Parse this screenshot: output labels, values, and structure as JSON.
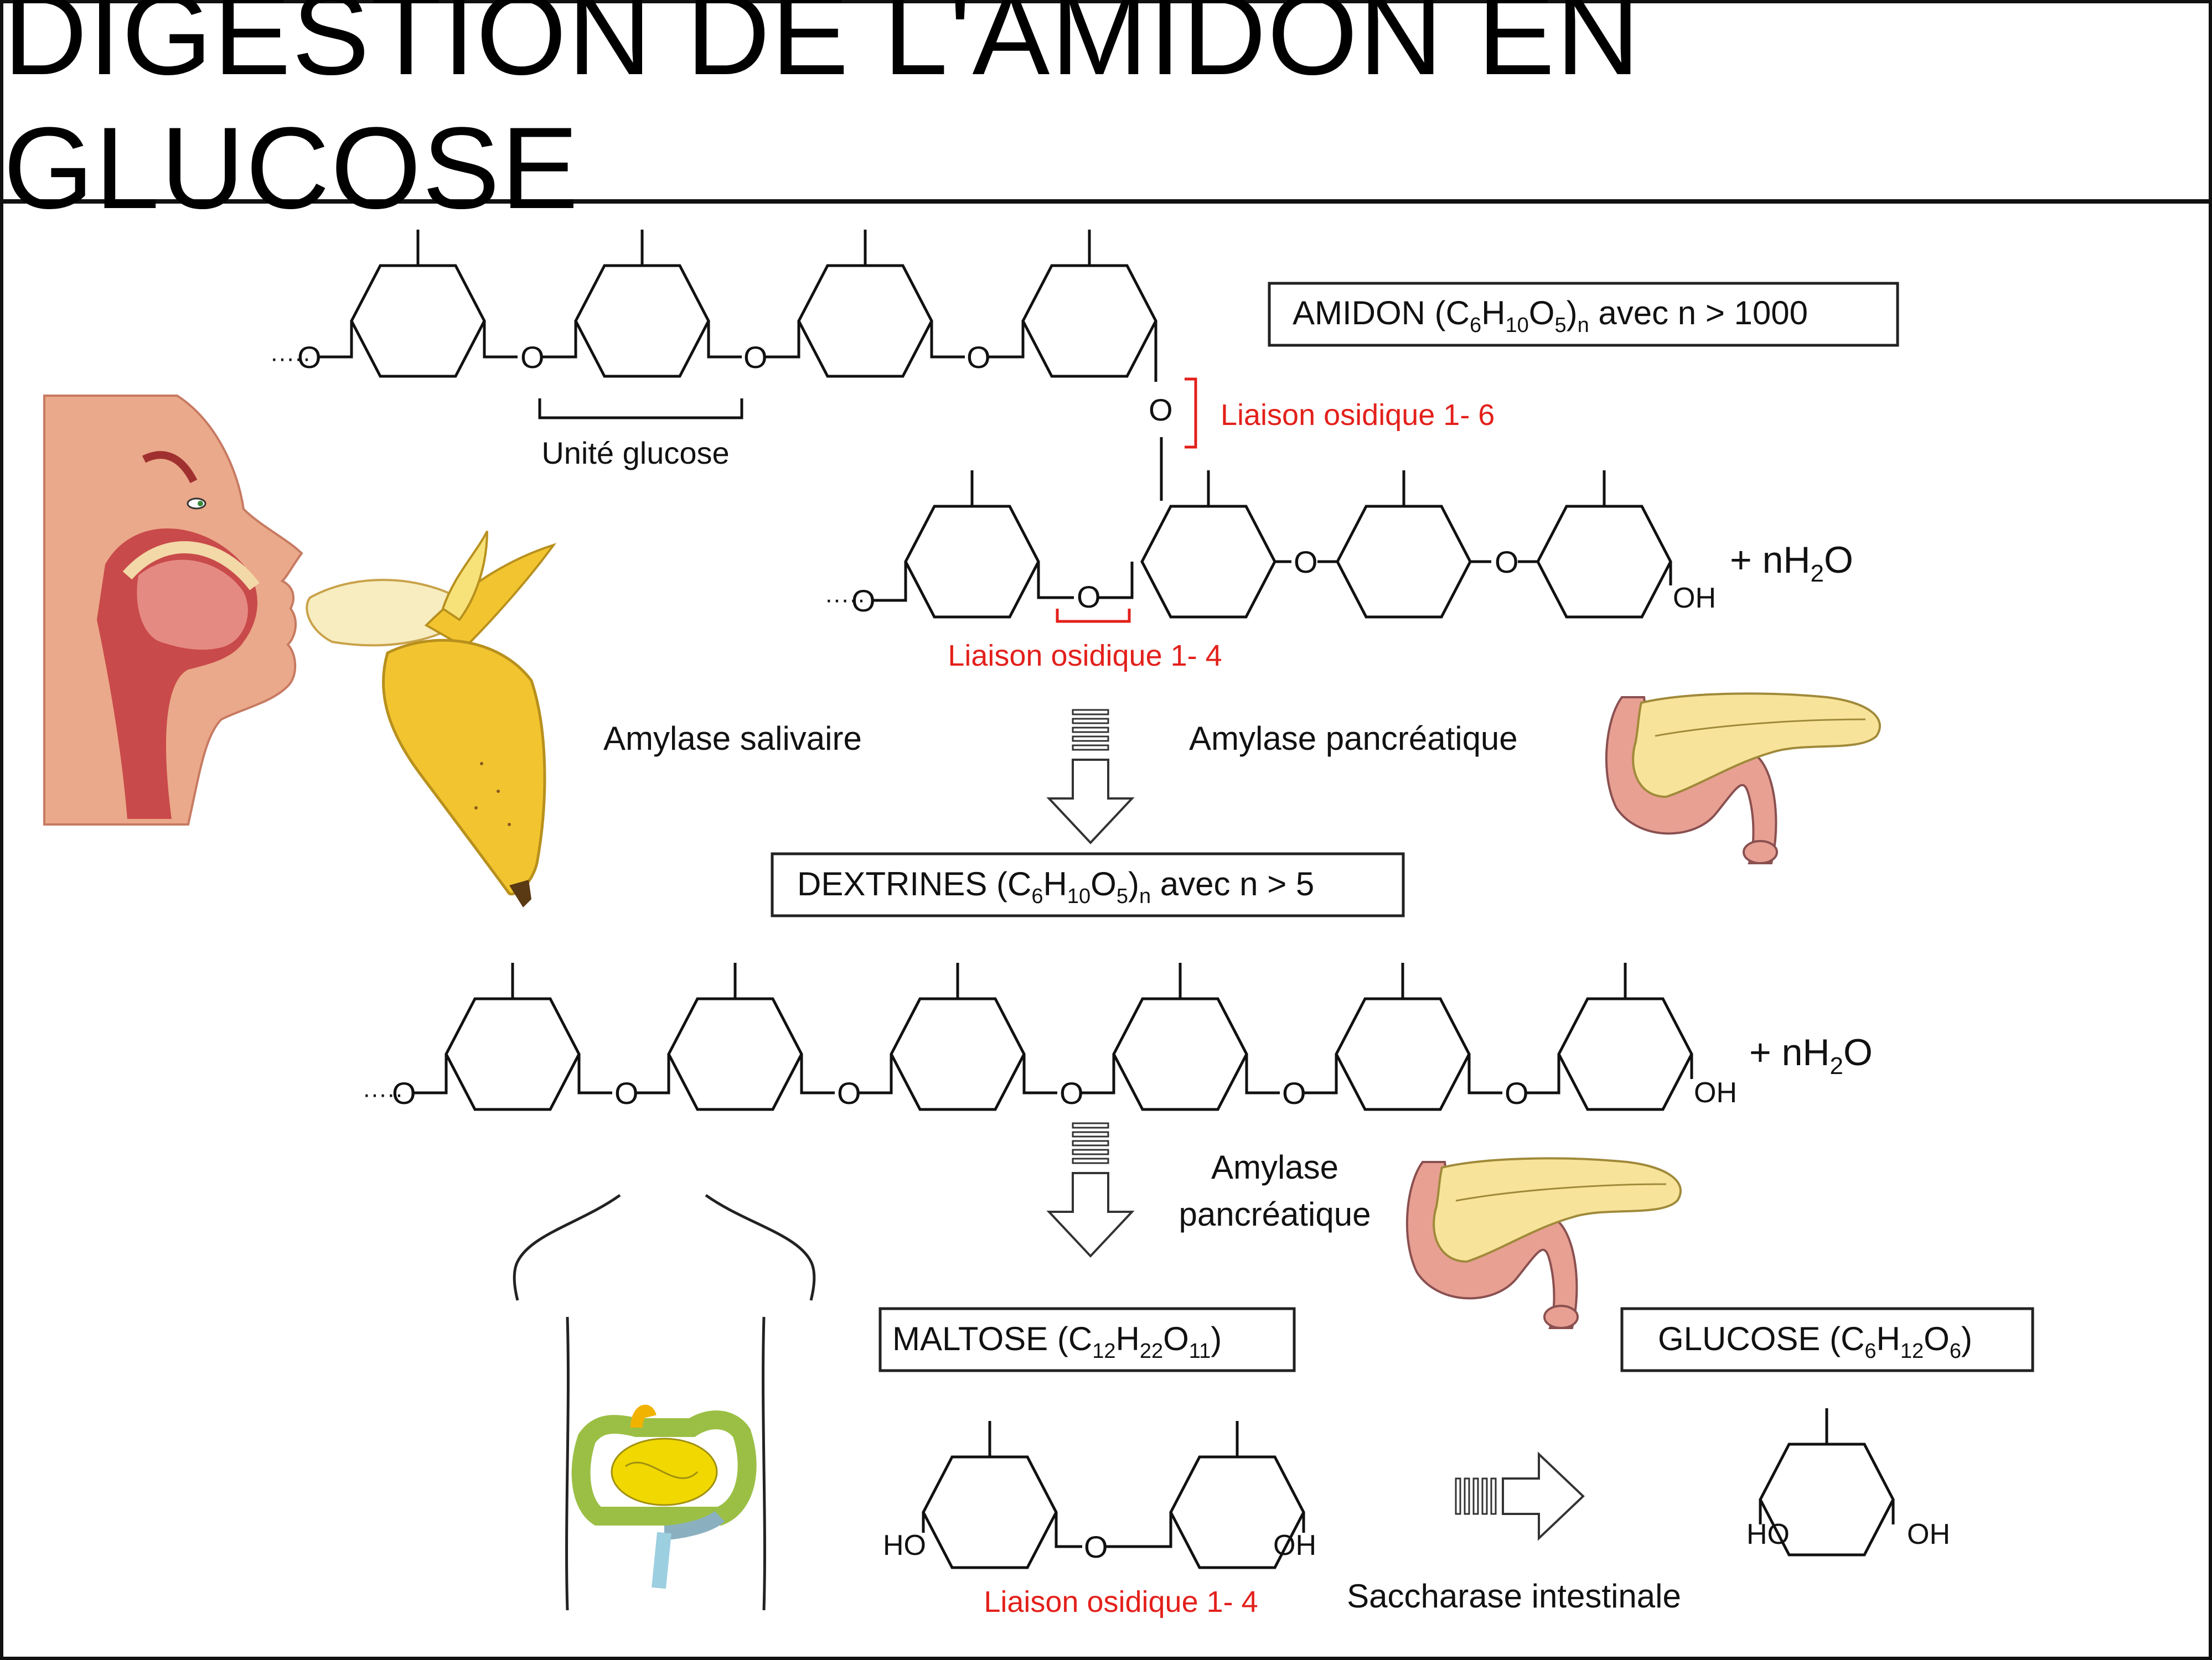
{
  "title": "DIGESTION DE L'AMIDON EN GLUCOSE",
  "amidon": {
    "name": "AMIDON (",
    "f1": "C",
    "s1": "6",
    "f2": "H",
    "s2": "10",
    "f3": "O",
    "s3": "5",
    "f4": ")",
    "s4": "n",
    "tail": " avec n > 1000"
  },
  "dextrines": {
    "name": "DEXTRINES (",
    "f1": "C",
    "s1": "6",
    "f2": "H",
    "s2": "10",
    "f3": "O",
    "s3": "5",
    "f4": ")",
    "s4": "n",
    "tail": " avec n > 5"
  },
  "maltose": {
    "name": "MALTOSE (",
    "f1": "C",
    "s1": "12",
    "f2": "H",
    "s2": "22",
    "f3": "O",
    "s3": "11",
    "tail": ")"
  },
  "glucose": {
    "name": "GLUCOSE (",
    "f1": "C",
    "s1": "6",
    "f2": "H",
    "s2": "12",
    "f3": "O",
    "s3": "6",
    "tail": ")"
  },
  "labels": {
    "unite_glucose": "Unité glucose",
    "liaison_16": "Liaison osidique 1- 6",
    "liaison_14_a": "Liaison osidique 1- 4",
    "liaison_14_b": "Liaison osidique 1- 4",
    "amylase_salivaire": "Amylase salivaire",
    "amylase_pancreatique_1": "Amylase pancréatique",
    "amylase_line1": "Amylase",
    "amylase_line2": "pancréatique",
    "saccharase": "Saccharase intestinale",
    "water_pre": "+ nH",
    "water_sub": "2",
    "water_post": "O"
  },
  "atoms": {
    "o": "O",
    "oh": "OH",
    "ho": "HO",
    "dots": "·····"
  },
  "colors": {
    "liaison": "#e3201b",
    "banana": "#f2c530",
    "pancreas": "#f7e39a",
    "duodenum": "#e8a093",
    "skin": "#eaa98a"
  }
}
